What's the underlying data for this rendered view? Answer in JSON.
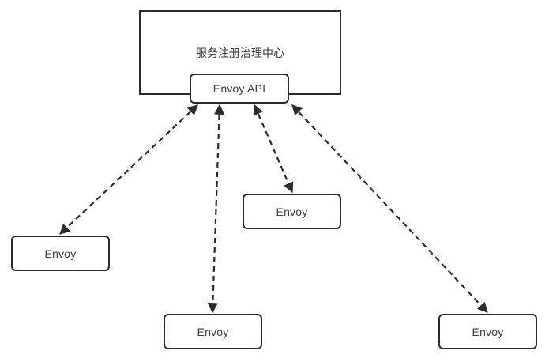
{
  "diagram": {
    "type": "flow-diagram",
    "background_color": "#ffffff",
    "stroke_color": "#2b2b2b",
    "text_color": "#3b3b3b",
    "edge_style": "dashed",
    "edge_direction": "bidirectional",
    "registry": {
      "title": "服务注册治理中心",
      "gateway_label": "Envoy API"
    },
    "nodes": [
      {
        "id": "envoy-left",
        "label": "Envoy"
      },
      {
        "id": "envoy-mid",
        "label": "Envoy"
      },
      {
        "id": "envoy-bottom",
        "label": "Envoy"
      },
      {
        "id": "envoy-right",
        "label": "Envoy"
      }
    ],
    "edges": [
      {
        "from": "Envoy API",
        "to": "Envoy",
        "style": "dashed",
        "arrows": "both"
      },
      {
        "from": "Envoy API",
        "to": "Envoy",
        "style": "dashed",
        "arrows": "both"
      },
      {
        "from": "Envoy API",
        "to": "Envoy",
        "style": "dashed",
        "arrows": "both"
      },
      {
        "from": "Envoy API",
        "to": "Envoy",
        "style": "dashed",
        "arrows": "both"
      }
    ]
  }
}
